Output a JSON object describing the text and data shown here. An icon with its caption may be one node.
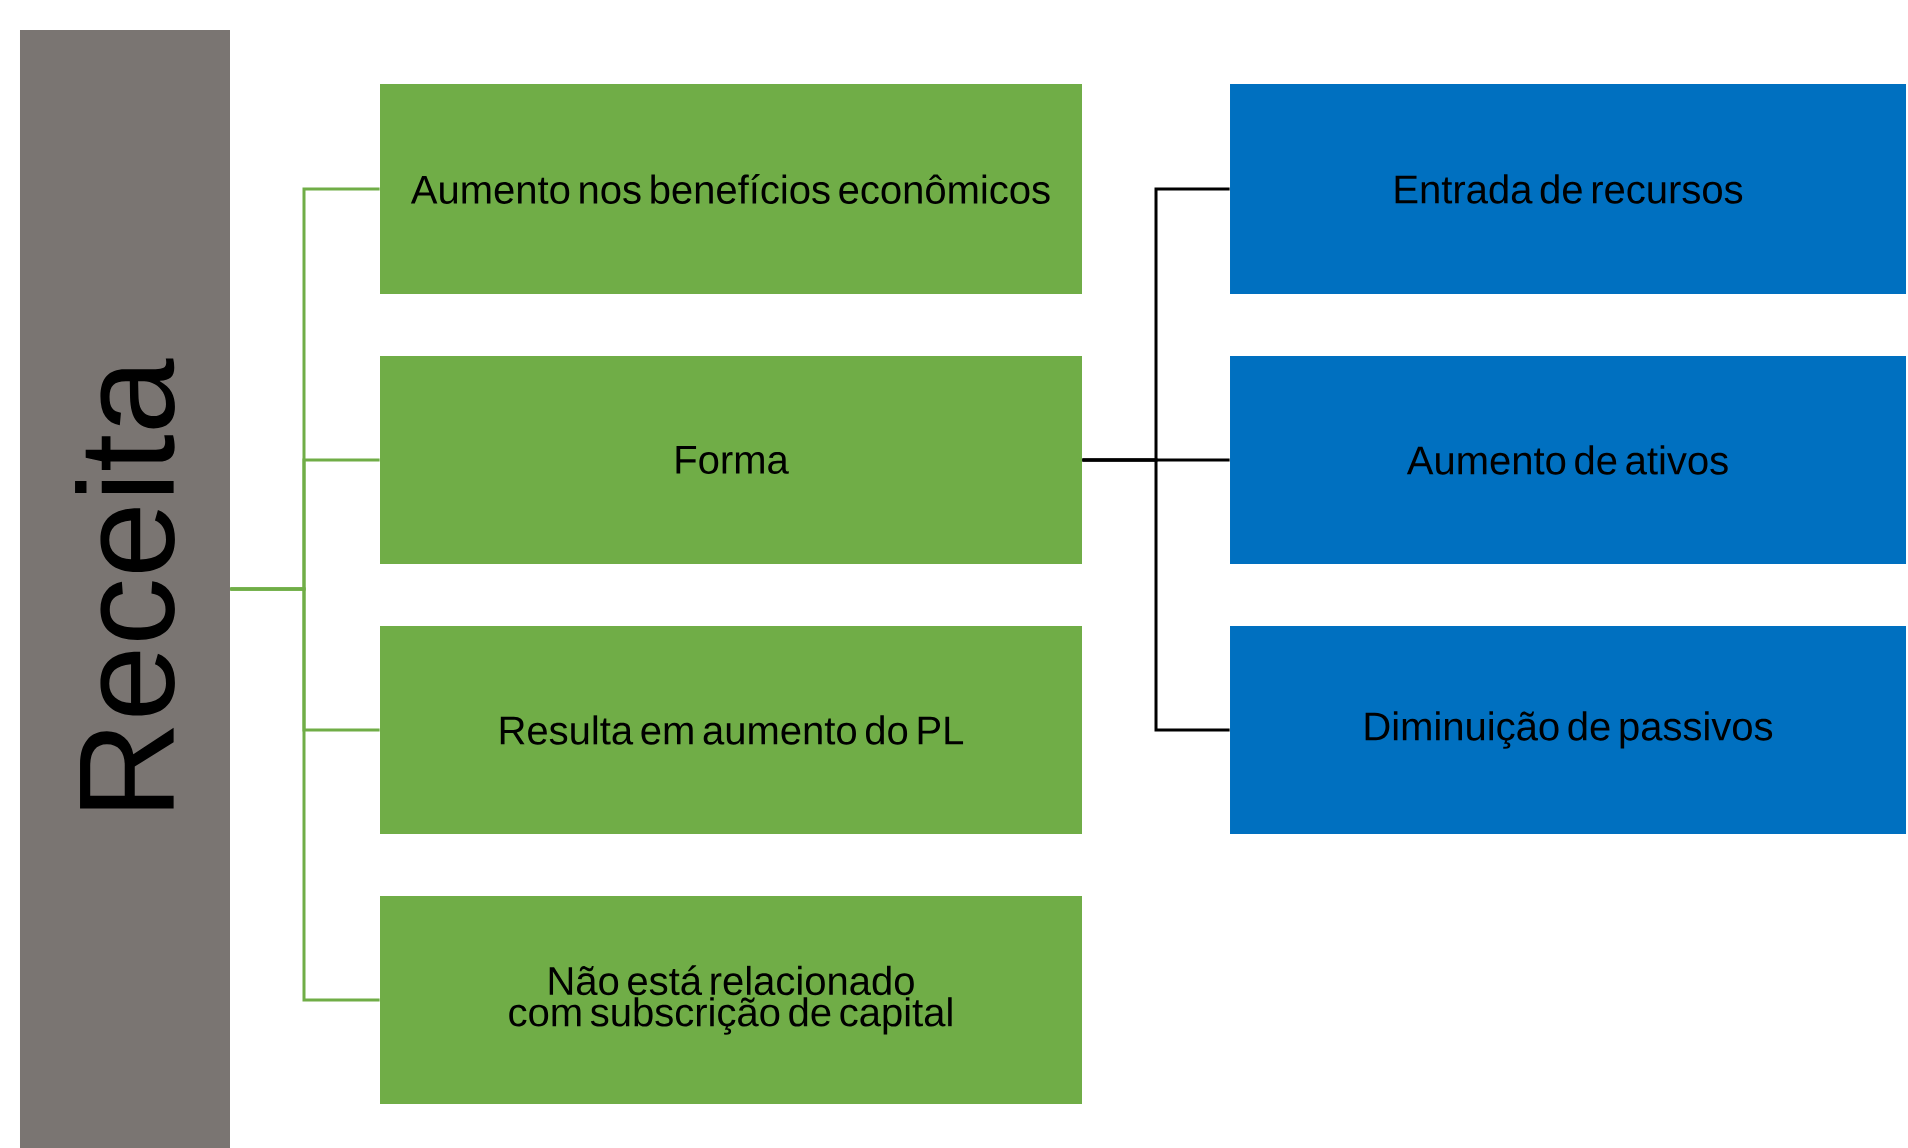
{
  "diagram": {
    "nodes": [
      {
        "text": [
          "Receita"
        ]
      },
      {
        "text": [
          "Aumento nos benefícios econômicos"
        ]
      },
      {
        "text": [
          "Forma"
        ]
      },
      {
        "text": [
          "Resulta em aumento do PL"
        ]
      },
      {
        "text": [
          "Não está relacionado com subscrição de capital"
        ]
      },
      {
        "text": [
          "Entrada de recursos"
        ]
      },
      {
        "text": [
          "Aumento de ativos"
        ]
      },
      {
        "text": [
          "Diminuição de passivos"
        ]
      }
    ],
    "edges": [
      {
        "from": 0,
        "to": 1,
        "arrow": "none"
      },
      {
        "from": 0,
        "to": 2,
        "arrow": "none"
      },
      {
        "from": 0,
        "to": 3,
        "arrow": "none"
      },
      {
        "from": 0,
        "to": 4,
        "arrow": "none"
      },
      {
        "from": 2,
        "to": 5,
        "arrow": "none",
        "color": "#000000"
      },
      {
        "from": 2,
        "to": 6,
        "arrow": "none",
        "color": "#000000"
      },
      {
        "from": 2,
        "to": 7,
        "arrow": "none",
        "color": "#000000"
      }
    ]
  }
}
